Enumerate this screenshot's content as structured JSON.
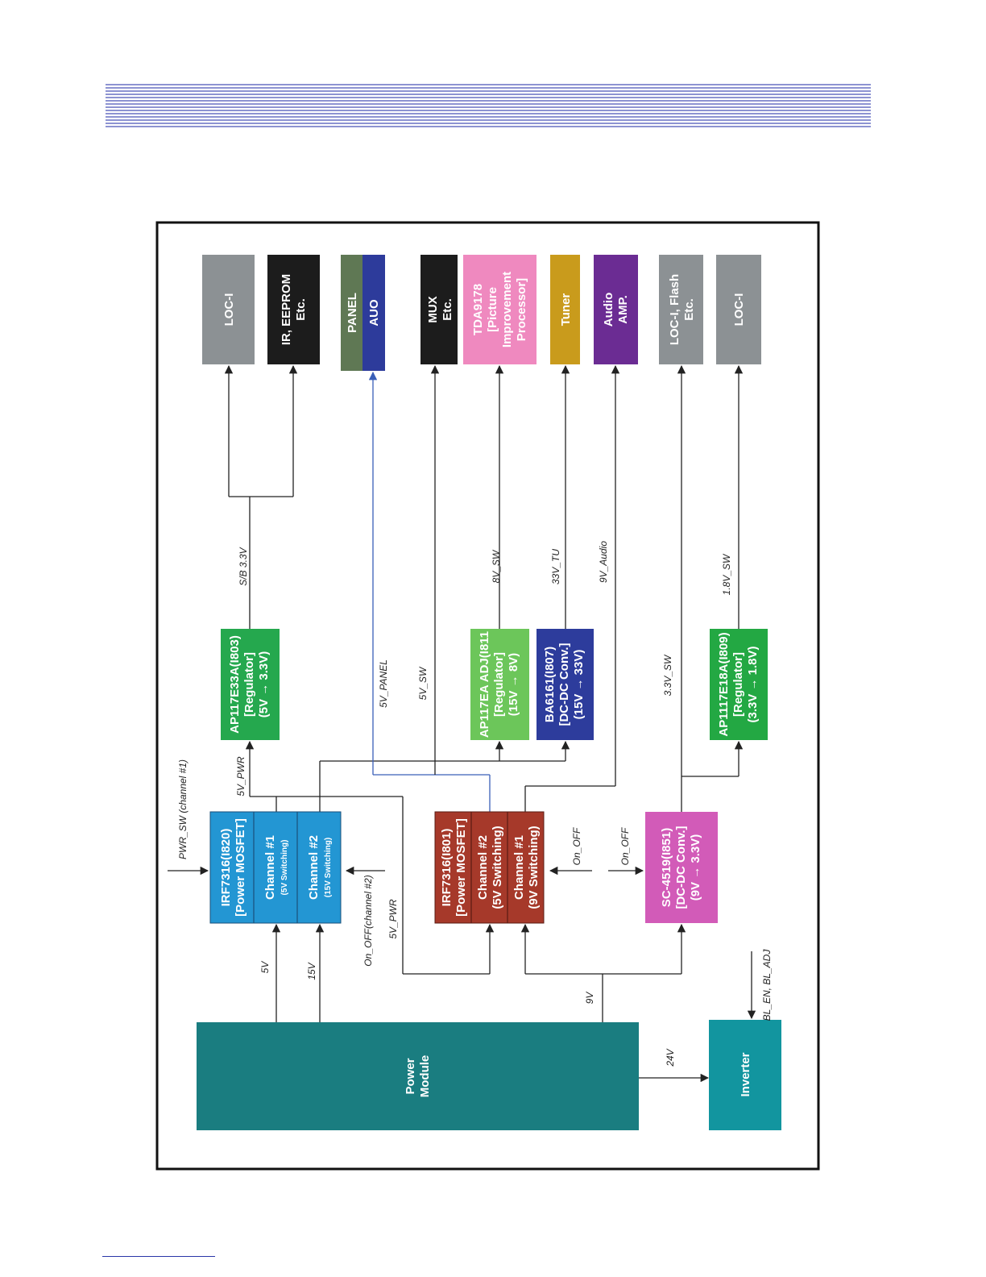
{
  "colors": {
    "stripe": "#8d93d2",
    "frame": "#111111",
    "power_module": "#1a7d80",
    "inverter": "#12959f",
    "irf_i820": "#2396d3",
    "irf_i801": "#a6392a",
    "ap117e33a": "#25a84e",
    "ap117ea_adj": "#6cc65a",
    "ba6161": "#2d3c9c",
    "sc4519": "#d25bb8",
    "ap1117e18a": "#23a843",
    "loc_gray": "#8c9194",
    "black_block": "#1c1c1c",
    "panel": "#5f7854",
    "auo": "#2d3b9b",
    "tda9178": "#ef89bf",
    "tuner": "#c99b1c",
    "audio_amp": "#6b2c93",
    "panel_line": "#3a5fb8"
  },
  "blocks": {
    "power_module": {
      "line1": "Power",
      "line2": "Module"
    },
    "inverter": {
      "line1": "Inverter"
    },
    "irf_i820": {
      "title1": "IRF7316(I820)",
      "title2": "[Power MOSFET]",
      "ch1_name": "Channel #1",
      "ch1_sub": "(5V Switching)",
      "ch2_name": "Channel #2",
      "ch2_sub": "(15V Switching)"
    },
    "irf_i801": {
      "title1": "IRF7316(I801)",
      "title2": "[Power MOSFET]",
      "ch2_name": "Channel #2",
      "ch2_sub": "(5V Switching)",
      "ch1_name": "Channel #1",
      "ch1_sub": "(9V Switching)"
    },
    "ap117e33a": {
      "line1": "AP117E33A(I803)",
      "line2": "[Regulator]",
      "line3": "(5V → 3.3V)"
    },
    "ap117ea_adj": {
      "line1": "AP117EA ADJ(I811",
      "line2": "[Regulator]",
      "line3": "(15V → 8V)"
    },
    "ba6161": {
      "line1": "BA6161(I807)",
      "line2": "[DC-DC Conv.]",
      "line3": "(15V → 33V)"
    },
    "sc4519": {
      "line1": "SC-4519(I851)",
      "line2": "[DC-DC Conv.]",
      "line3": "(9V → 3.3V)"
    },
    "ap1117e18a": {
      "line1": "AP1117E18A(I809)",
      "line2": "[Regulator]",
      "line3": "(3.3V → 1.8V)"
    },
    "loc_i_top": {
      "line1": "LOC-I"
    },
    "ir_eeprom": {
      "line1": "IR, EEPROM",
      "line2": "Etc."
    },
    "panel": {
      "line1": "PANEL"
    },
    "auo": {
      "line1": "AUO"
    },
    "mux": {
      "line1": "MUX",
      "line2": "Etc."
    },
    "tda9178": {
      "line1": "TDA9178",
      "line2": "[Picture",
      "line3": "Improvement",
      "line4": "Processor]"
    },
    "tuner": {
      "line1": "Tuner"
    },
    "audio_amp": {
      "line1": "Audio",
      "line2": "AMP."
    },
    "loc_i_flash": {
      "line1": "LOC-I, Flash",
      "line2": "Etc."
    },
    "loc_i_bottom": {
      "line1": "LOC-I"
    }
  },
  "signals": {
    "v5": "5V",
    "v15": "15V",
    "v9": "9V",
    "v24": "24V",
    "bl": "BL_EN, BL_ADJ",
    "pwr_sw": "PWR_SW (channel #1)",
    "on_off_ch2": "On_OFF(channel #2)",
    "v5_pwr_a": "5V_PWR",
    "v5_pwr_b": "5V_PWR",
    "on_off_a": "On_OFF",
    "on_off_b": "On_OFF",
    "sb33": "S/B 3.3V",
    "v5_panel": "5V_PANEL",
    "v5_sw": "5V_SW",
    "v8_sw": "8V_SW",
    "v33_tu": "33V_TU",
    "v9_audio": "9V_Audio",
    "v33_sw": "3.3V_SW",
    "v18_sw": "1.8V_SW"
  }
}
